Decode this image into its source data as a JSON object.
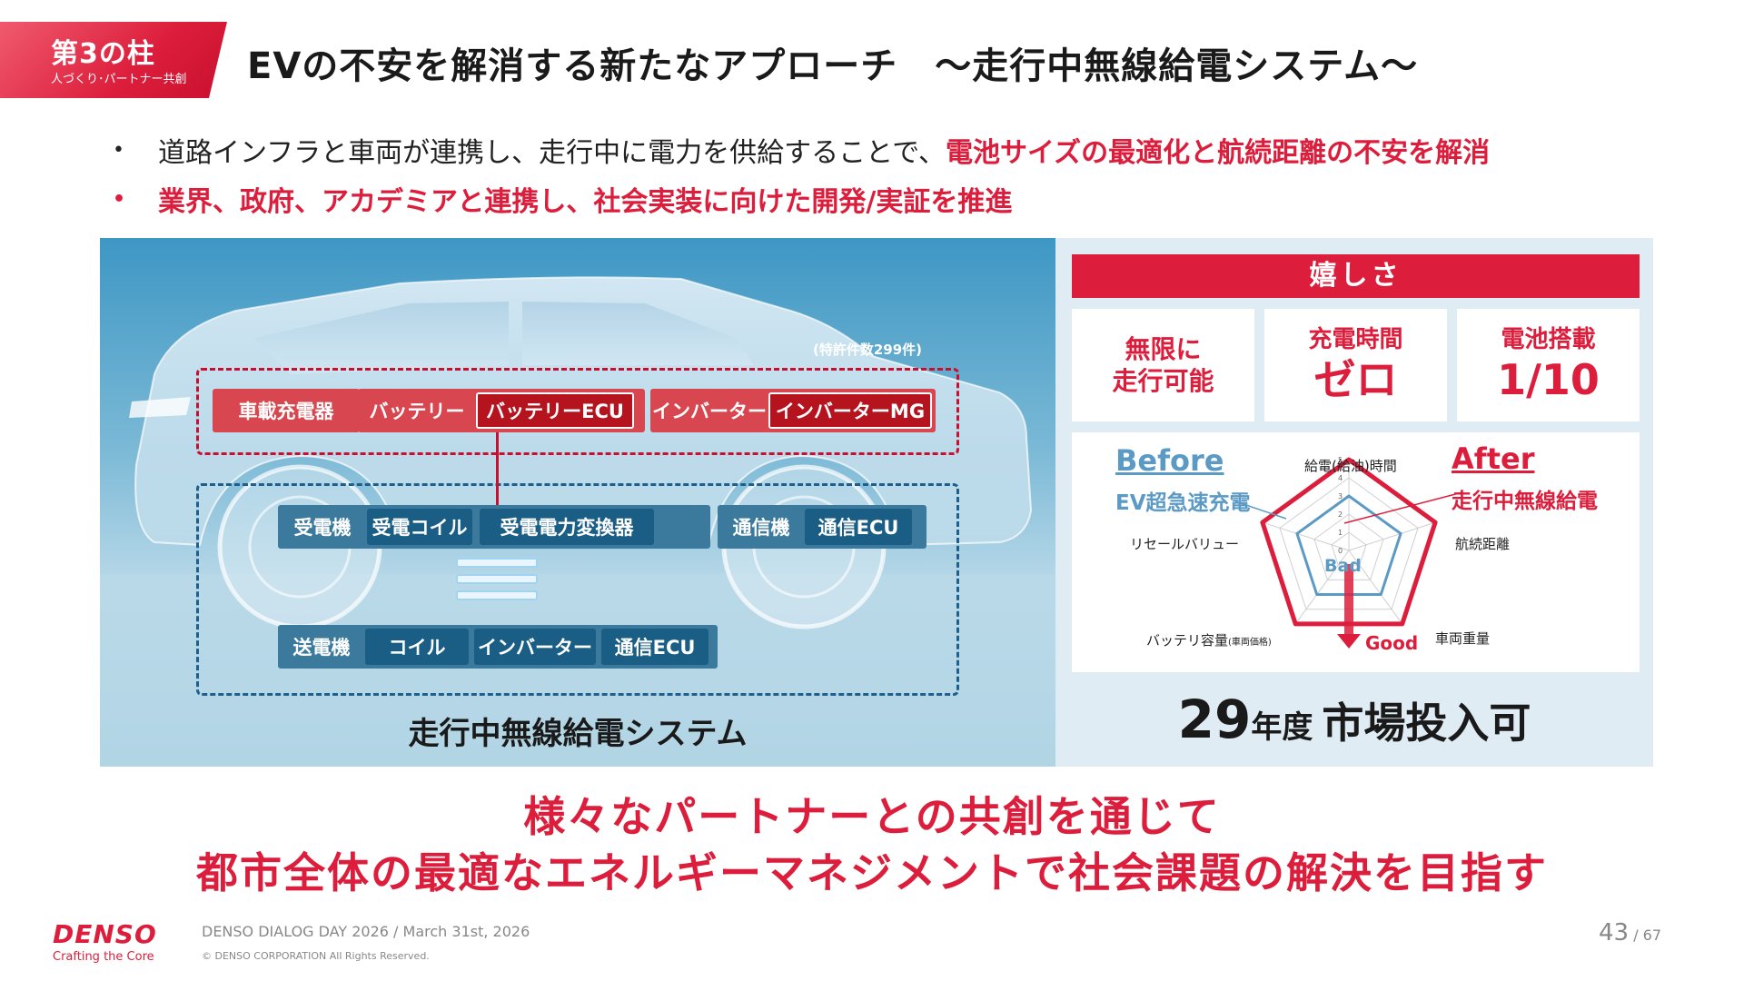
{
  "header": {
    "pillar_title": "第3の柱",
    "pillar_subtitle": "人づくり･パートナー共創",
    "title": "EVの不安を解消する新たなアプローチ　～走行中無線給電システム～"
  },
  "bullets": [
    {
      "marker": "•",
      "text_plain": "道路インフラと車両が連携し、走行中に電力を供給することで、",
      "text_emphasis": "電池サイズの最適化と航続距離の不安を解消"
    },
    {
      "marker": "•",
      "text_emphasis": "業界、政府、アカデミアと連携し、社会実装に向けた開発/実証を推進"
    }
  ],
  "system_diagram": {
    "patent_note": "(特許件数299件)",
    "vehicle_row": {
      "onboard_charger": "車載充電器",
      "battery": "バッテリー",
      "battery_ecu": "バッテリーECU",
      "inverter": "インバーター",
      "inverter_mg": "インバーターMG"
    },
    "receiver_row": {
      "receiver": "受電機",
      "receiver_coil": "受電コイル",
      "receiver_converter": "受電電力変換器",
      "comm_unit": "通信機",
      "comm_ecu": "通信ECU"
    },
    "transmitter_row": {
      "transmitter": "送電機",
      "coil": "コイル",
      "inverter": "インバーター",
      "comm_ecu": "通信ECU"
    },
    "caption": "走行中無線給電システム"
  },
  "benefits": {
    "header": "嬉しさ",
    "cards": [
      {
        "line1": "無限に",
        "line2": "走行可能"
      },
      {
        "line1": "充電時間",
        "line2": "ゼロ"
      },
      {
        "line1": "電池搭載",
        "line2": "1/10"
      }
    ]
  },
  "radar": {
    "before_label": "Before",
    "before_sub": "EV超急速充電",
    "after_label": "After",
    "after_sub": "走行中無線給電",
    "axes": {
      "top": "給電(給油)時間",
      "right": "航続距離",
      "bottom_right": "車両重量",
      "bottom_left_main": "バッテリ容量",
      "bottom_left_small": "(車両価格)",
      "left": "リセールバリュー"
    },
    "scale_ticks": [
      "5",
      "4",
      "3",
      "2",
      "1",
      "0"
    ],
    "bad_label": "Bad",
    "good_label": "Good",
    "colors": {
      "before": "#5b9ac4",
      "after": "#dc1e3c"
    },
    "series_levels": {
      "before": [
        3,
        3,
        3,
        3,
        3
      ],
      "after": [
        5,
        5,
        5,
        5,
        5
      ]
    }
  },
  "market": {
    "year": "29",
    "year_suffix": "年度",
    "text": "市場投入可"
  },
  "bottom_message": {
    "line1": "様々なパートナーとの共創を通じて",
    "line2": "都市全体の最適なエネルギーマネジメントで社会課題の解決を目指す"
  },
  "footer": {
    "brand": "DENSO",
    "tagline": "Crafting the Core",
    "event": "DENSO DIALOG DAY 2026 / March 31st, 2026",
    "copyright": "© DENSO CORPORATION All Rights Reserved.",
    "page_current": "43",
    "page_total": "/ 67"
  },
  "colors": {
    "brand_red": "#dc1e3c",
    "diagram_blue": "#1a5e86",
    "panel_bg": "#e0ecf4"
  }
}
